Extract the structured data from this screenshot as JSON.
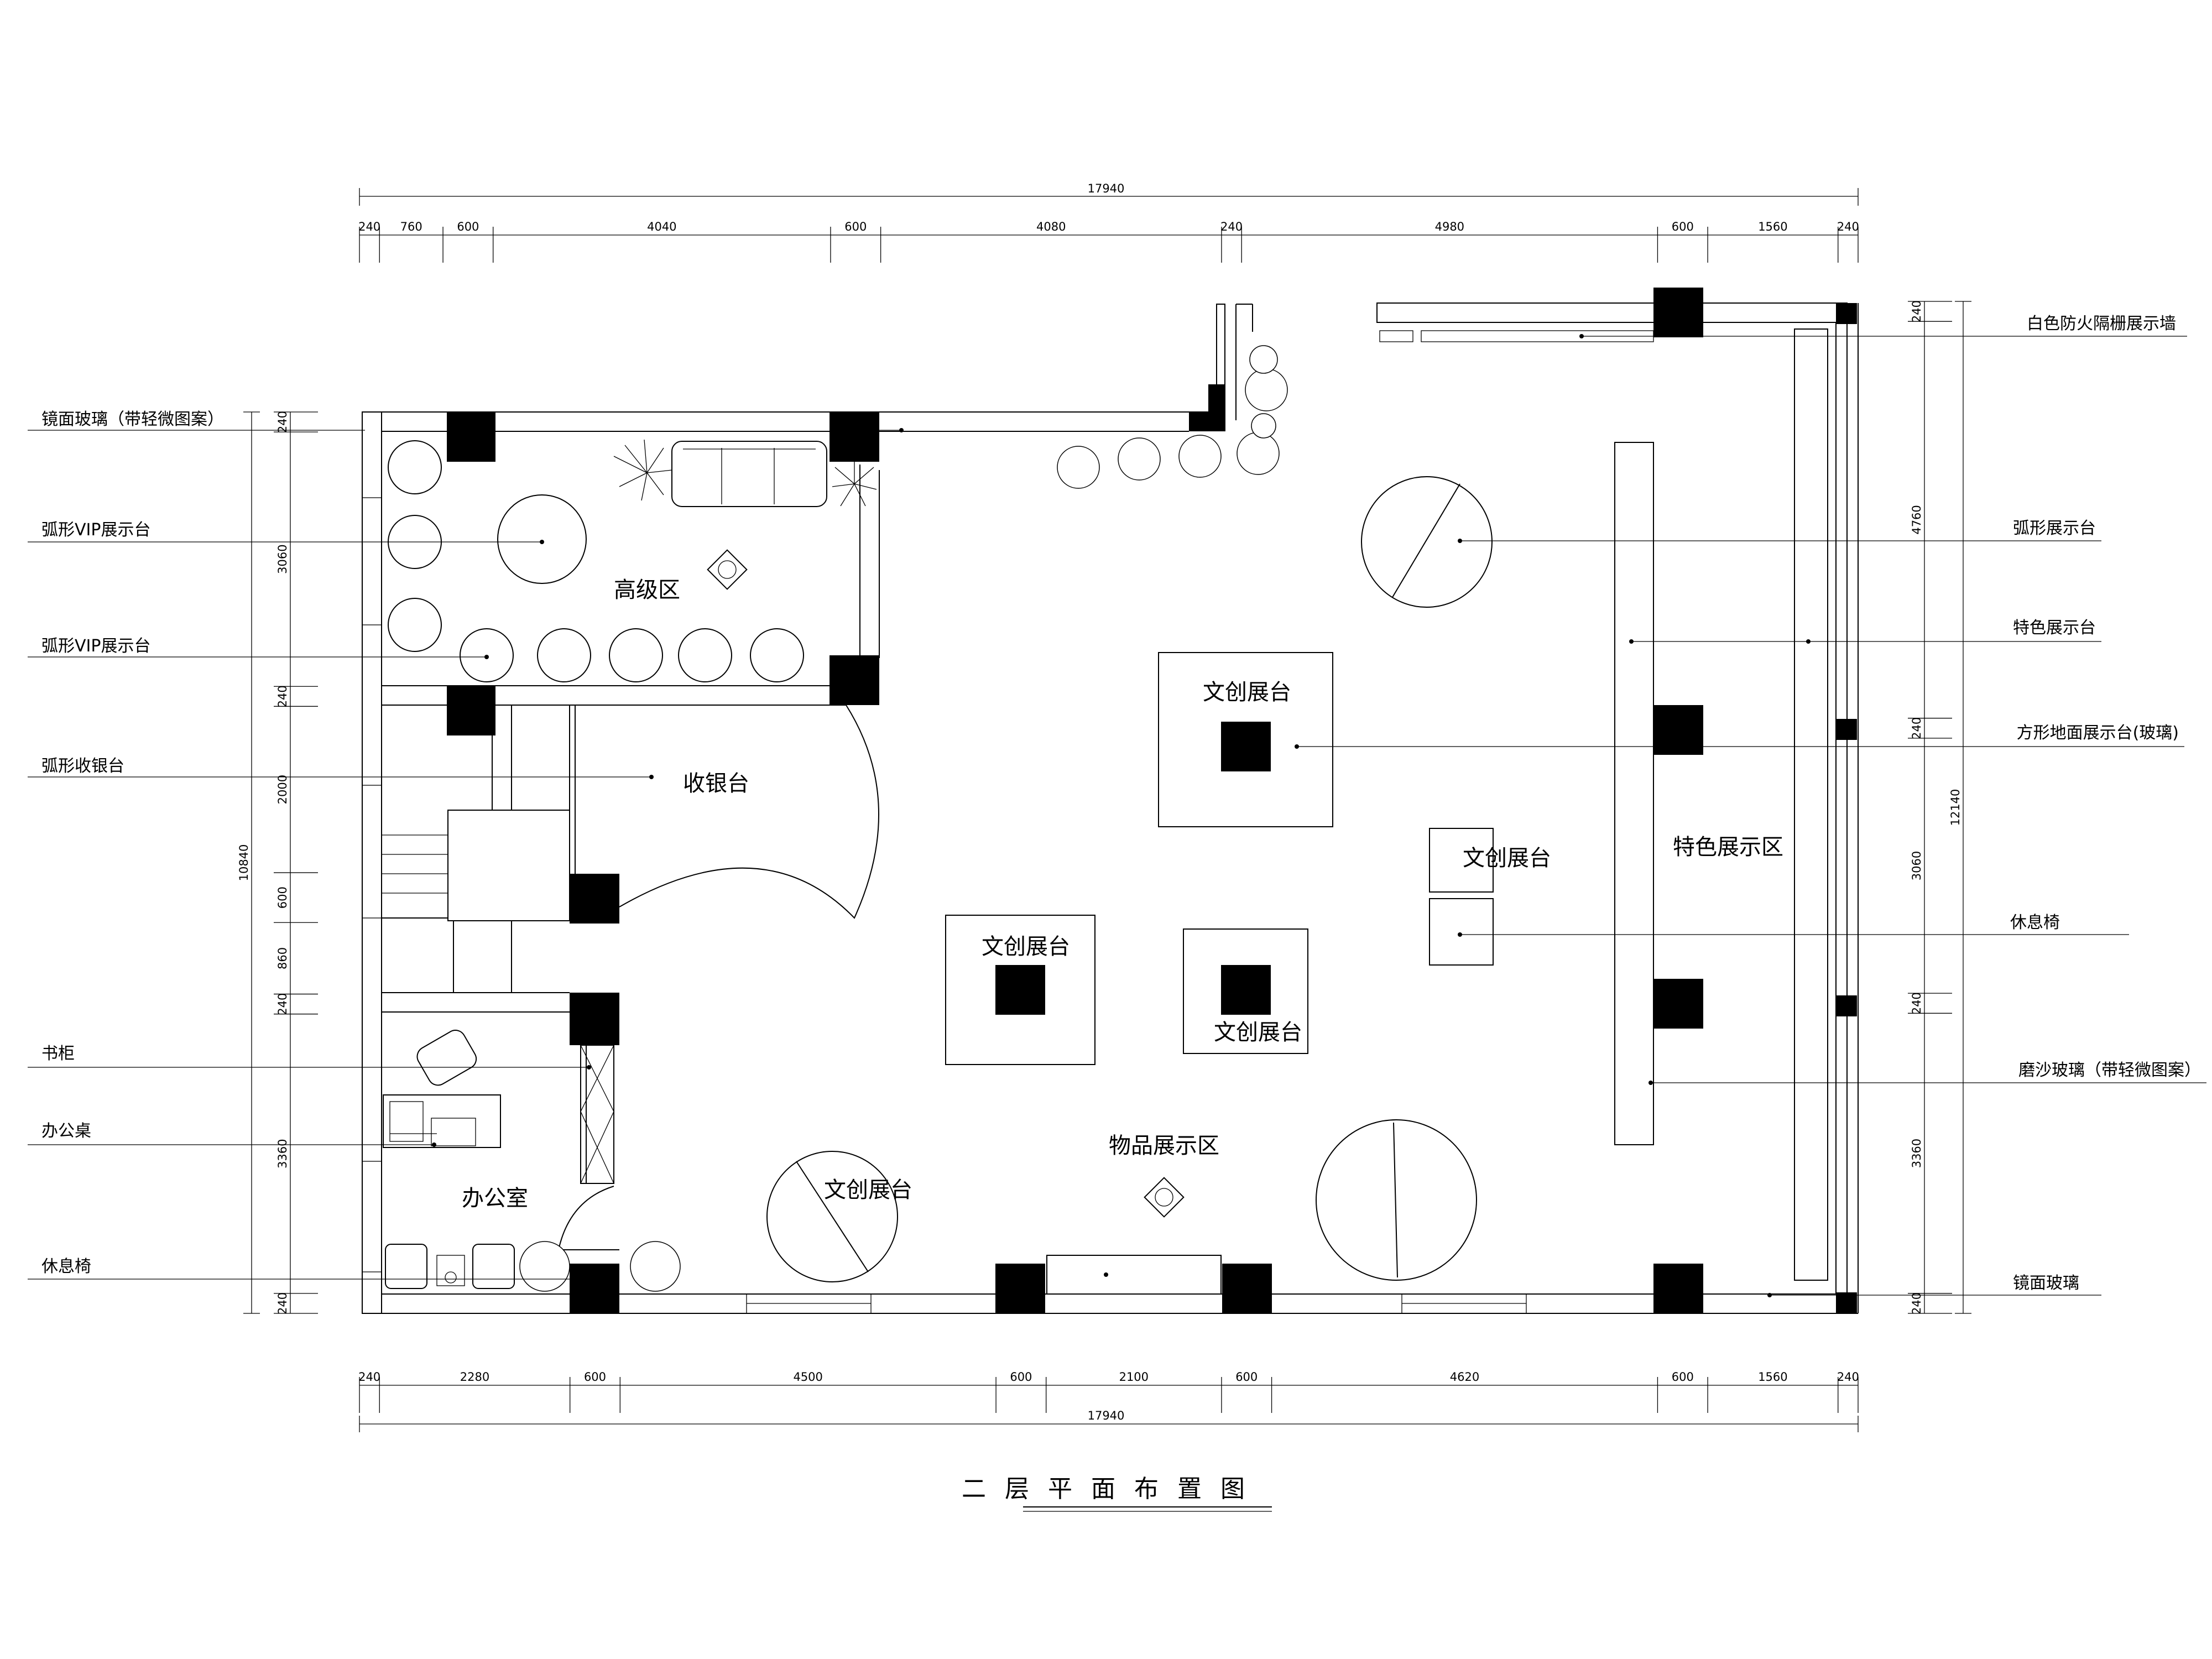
{
  "drawing_title": "二 层 平 面 布 置 图",
  "callouts_left": [
    {
      "id": "mirror-glass-pattern",
      "text": "镜面玻璃（带轻微图案）"
    },
    {
      "id": "arc-vip-1",
      "text": "弧形VIP展示台"
    },
    {
      "id": "arc-vip-2",
      "text": "弧形VIP展示台"
    },
    {
      "id": "arc-cashier",
      "text": "弧形收银台"
    },
    {
      "id": "bookcase",
      "text": "书柜"
    },
    {
      "id": "office-desk",
      "text": "办公桌"
    },
    {
      "id": "rest-chair-left",
      "text": "休息椅"
    }
  ],
  "callouts_right": [
    {
      "id": "fire-grille-wall",
      "text": "白色防火隔栅展示墙"
    },
    {
      "id": "arc-display",
      "text": "弧形展示台"
    },
    {
      "id": "feature-display",
      "text": "特色展示台"
    },
    {
      "id": "square-floor-display",
      "text": "方形地面展示台(玻璃)"
    },
    {
      "id": "rest-chair-right",
      "text": "休息椅"
    },
    {
      "id": "frosted-glass",
      "text": "磨沙玻璃（带轻微图案）"
    },
    {
      "id": "mirror-glass",
      "text": "镜面玻璃"
    }
  ],
  "rooms": {
    "premium_zone": "高级区",
    "cashier": "收银台",
    "office": "办公室",
    "goods_display_zone": "物品展示区",
    "feature_display_zone": "特色展示区",
    "creative_stand": "文创展台"
  },
  "dimensions": {
    "overall_width": "17940",
    "overall_depth_left": "10840",
    "overall_depth_right": "12140",
    "top_segments": [
      "240",
      "760",
      "600",
      "4040",
      "600",
      "4080",
      "240",
      "4980",
      "600",
      "1560",
      "240"
    ],
    "bottom_segments": [
      "240",
      "2280",
      "600",
      "4500",
      "600",
      "2100",
      "600",
      "4620",
      "600",
      "1560",
      "240"
    ],
    "left_segments": [
      "240",
      "3060",
      "240",
      "2000",
      "600",
      "860",
      "240",
      "3360",
      "240"
    ],
    "right_segments": [
      "240",
      "4760",
      "240",
      "3060",
      "240",
      "3360",
      "240"
    ]
  }
}
